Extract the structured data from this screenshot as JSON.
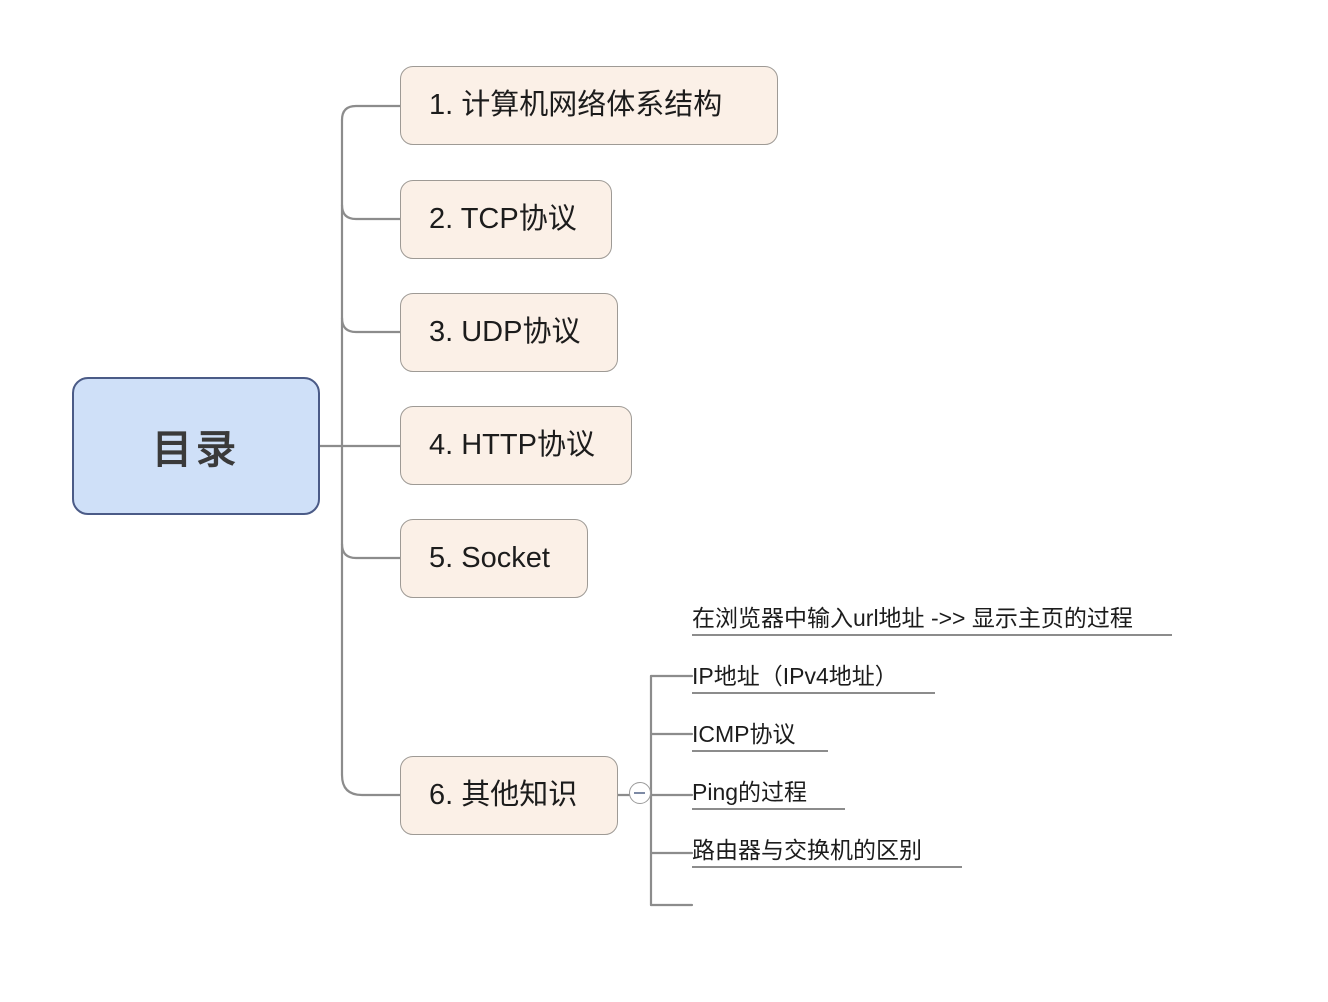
{
  "diagram": {
    "type": "mindmap",
    "title": "目录",
    "root": {
      "label": "目录",
      "fill": "#cfe0f8",
      "stroke": "#4b5b87"
    },
    "branch_style": {
      "fill": "#fbf0e7",
      "stroke": "#9e9a95"
    },
    "connector_color": "#8c8c8c",
    "branches": [
      {
        "label": "1. 计算机网络体系结构"
      },
      {
        "label": "2. TCP协议"
      },
      {
        "label": "3. UDP协议"
      },
      {
        "label": "4. HTTP协议"
      },
      {
        "label": "5. Socket"
      },
      {
        "label": "6. 其他知识"
      }
    ],
    "toggle": {
      "state": "expanded",
      "glyph": "−",
      "name": "collapse-toggle"
    },
    "sub_items": [
      {
        "label": "在浏览器中输入url地址 ->> 显示主页的过程",
        "rule_width": 480
      },
      {
        "label": "IP地址（IPv4地址）",
        "rule_width": 243
      },
      {
        "label": "ICMP协议",
        "rule_width": 136
      },
      {
        "label": "Ping的过程",
        "rule_width": 153
      },
      {
        "label": "路由器与交换机的区别",
        "rule_width": 270
      }
    ]
  }
}
